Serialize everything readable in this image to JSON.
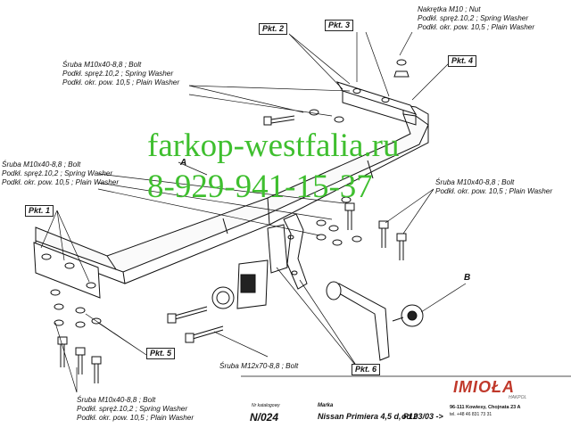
{
  "callouts": {
    "top_right": [
      "Nakrętka  M10 ; Nut",
      "Podkł. spręż.10,2 ; Spring Washer",
      "Podkł. okr. pow. 10,5 ; Plain Washer"
    ],
    "top_left": [
      "Śruba M10x40-8,8 ;  Bolt",
      "Podkł. spręż.10,2 ; Spring Washer",
      "Podkł. okr. pow. 10,5 ; Plain Washer"
    ],
    "mid_left": [
      "Śruba M10x40-8,8 ;  Bolt",
      "Podkł. spręż.10,2 ; Spring Washer",
      "Podkł. okr. pow. 10,5 ; Plain Washer"
    ],
    "mid_right": [
      "Śruba M10x40-8,8 ;  Bolt",
      "Podkł. okr. pow. 10,5 ; Plain Washer"
    ],
    "bottom_left": [
      "Śruba M10x40-8,8 ;  Bolt",
      "Podkł. spręż.10,2 ; Spring Washer",
      "Podkł. okr. pow. 10,5 ; Plain Washer"
    ],
    "bottom_center": "Śruba M12x70-8,8 ;  Bolt"
  },
  "points": {
    "pkt1": "Pkt. 1",
    "pkt2": "Pkt. 2",
    "pkt3": "Pkt. 3",
    "pkt4": "Pkt. 4",
    "pkt5": "Pkt. 5",
    "pkt6": "Pkt. 6",
    "part_a": "A",
    "part_b": "B"
  },
  "watermark": {
    "site": "farkop-westfalia.ru",
    "phone": "8-929-941-15-37"
  },
  "footer": {
    "catalog_label": "Nr katalogowy",
    "catalog_number": "N/024",
    "brand_label": "Marka",
    "model": "Nissan Primiera 4,5 d, P12",
    "date": "od  03/03 ->",
    "logo": "IMIOŁA",
    "logo_sub": "HAKPOL",
    "address": "96-111 Kowiesy, Chojnata 23 A",
    "phone": "tel. +48 46 831 73 31"
  },
  "colors": {
    "line": "#111111",
    "watermark": "#3fbf2f",
    "logo": "#c0392b"
  }
}
